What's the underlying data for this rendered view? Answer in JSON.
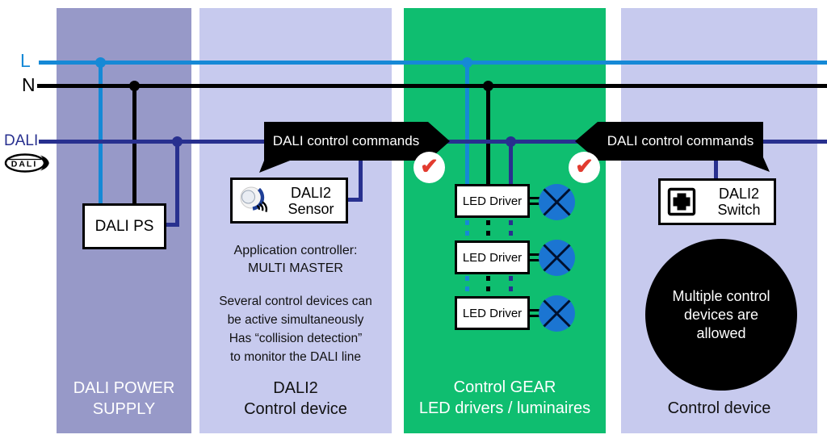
{
  "bus": {
    "l_label": "L",
    "n_label": "N",
    "dali_label": "DALI",
    "dali_logo_text": "DALI"
  },
  "callouts": {
    "left_text": "DALI control commands",
    "right_text": "DALI control commands"
  },
  "icons": {
    "check": "✔"
  },
  "power_column": {
    "device_label": "DALI PS",
    "caption_line1": "DALI POWER",
    "caption_line2": "SUPPLY"
  },
  "control_device_column": {
    "sensor_line1": "DALI2",
    "sensor_line2": "Sensor",
    "app_controller_line1": "Application controller:",
    "app_controller_line2": "MULTI MASTER",
    "note_line1": "Several control devices can",
    "note_line2": "be active simultaneously",
    "note_line3": "Has “collision detection”",
    "note_line4": "to monitor the DALI line",
    "caption_line1": "DALI2",
    "caption_line2": "Control device"
  },
  "gear_column": {
    "driver1": "LED Driver",
    "driver2": "LED Driver",
    "driver3": "LED Driver",
    "caption_line1": "Control GEAR",
    "caption_line2": "LED drivers / luminaires"
  },
  "switch_column": {
    "switch_line1": "DALI2",
    "switch_line2": "Switch",
    "badge_line1": "Multiple control",
    "badge_line2": "devices are",
    "badge_line3": "allowed",
    "caption": "Control device"
  },
  "colors": {
    "live_blue": "#1689D6",
    "neutral_black": "#000000",
    "dali_navy": "#28308F",
    "gear_green": "#0FBE70",
    "power_purple": "#9799C8",
    "device_lavender": "#C7CAEE",
    "lamp_blue": "#1B75D2",
    "check_red": "#E23B2F"
  }
}
